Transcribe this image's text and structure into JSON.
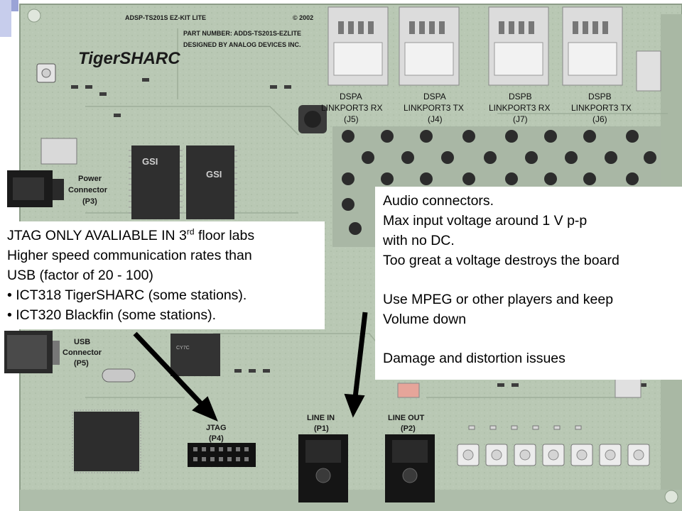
{
  "board": {
    "silkscreen": {
      "product": "TigerSHARC",
      "part_number": "PART NUMBER: ADDS-TS201S-EZLITE",
      "designer": "DESIGNED BY ANALOG DEVICES INC.",
      "top_code": "ADSP-TS201S EZ-KIT LITE",
      "year": "© 2002"
    },
    "chip_labels": [
      "GSI",
      "GSI"
    ],
    "connector_labels": {
      "j5": [
        "DSPA",
        "LINKPORT3 RX",
        "(J5)"
      ],
      "j4": [
        "DSPA",
        "LINKPORT3 TX",
        "(J4)"
      ],
      "j7": [
        "DSPB",
        "LINKPORT3 RX",
        "(J7)"
      ],
      "j6": [
        "DSPB",
        "LINKPORT3 TX",
        "(J6)"
      ],
      "power": [
        "Power",
        "Connector",
        "(P3)"
      ],
      "usb": [
        "USB",
        "Connector",
        "(P5)"
      ],
      "jtag": [
        "JTAG",
        "(P4)"
      ],
      "line_in": [
        "LINE IN",
        "(P1)"
      ],
      "line_out": [
        "LINE OUT",
        "(P2)"
      ]
    }
  },
  "jtag_callout": {
    "title_prefix": "JTAG ONLY AVALIABLE IN 3",
    "title_sup": "rd",
    "title_suffix": " floor labs",
    "line2": "Higher speed communication rates than",
    "line3": "USB (factor of 20 - 100)",
    "bullet1": "• ICT318 TigerSHARC (some stations).",
    "bullet2": "• ICT320 Blackfin (some stations)."
  },
  "audio_callout": {
    "lines": [
      "Audio connectors.",
      "Max input voltage around 1 V p-p",
      "with no DC.",
      "Too great a voltage destroys the board",
      "",
      "Use MPEG or other players and keep",
      "Volume down",
      "",
      "Damage and distortion issues"
    ]
  },
  "colors": {
    "pcb": "#b8c7b3",
    "pcb_dark": "#8fa08a",
    "slide_accent": "#9aa3d6",
    "arrow": "#000000"
  }
}
